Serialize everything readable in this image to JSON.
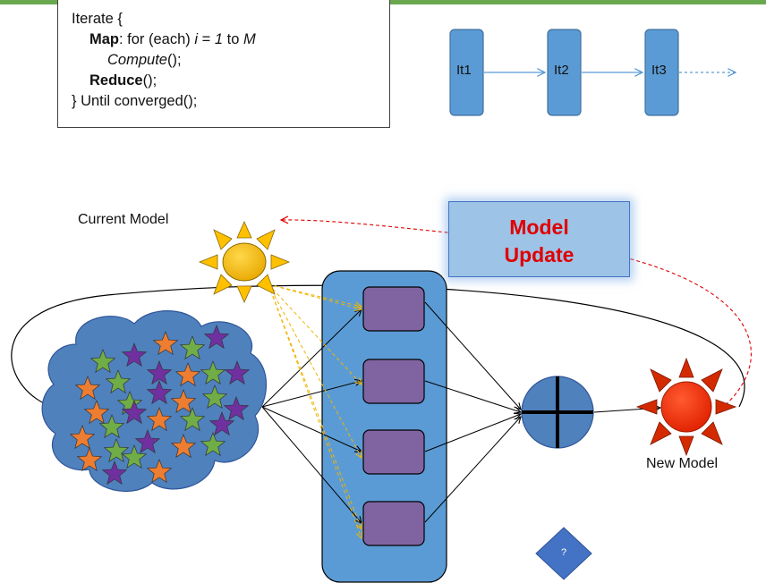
{
  "code": {
    "line1": "Iterate {",
    "line2_kw": "Map",
    "line2_a": ": for (each) ",
    "line2_i": "i",
    "line2_eq": " = ",
    "line2_1": "1",
    "line2_to": " to ",
    "line2_m": "M",
    "line3_fn": "Compute",
    "line3_rest": "();",
    "line4_kw": "Reduce",
    "line4_rest": "();",
    "line5": "} Until converged();"
  },
  "iterations": [
    "It1",
    "It2",
    "It3"
  ],
  "labels": {
    "current_model": "Current Model",
    "new_model": "New Model",
    "model_update_1": "Model",
    "model_update_2": "Update",
    "unknown": "?"
  },
  "colors": {
    "accent_bar": "#6aa84f",
    "box_blue": "#5b9bd5",
    "box_border": "#41719c",
    "mapper_fill": "#8064a2",
    "update_text": "#e00000",
    "update_box": "#9dc3e6",
    "sun_current": "#ffc000",
    "sun_new": "#ff2a00",
    "star_orange": "#ed7d31",
    "star_green": "#70ad47",
    "star_purple": "#7030a0"
  }
}
